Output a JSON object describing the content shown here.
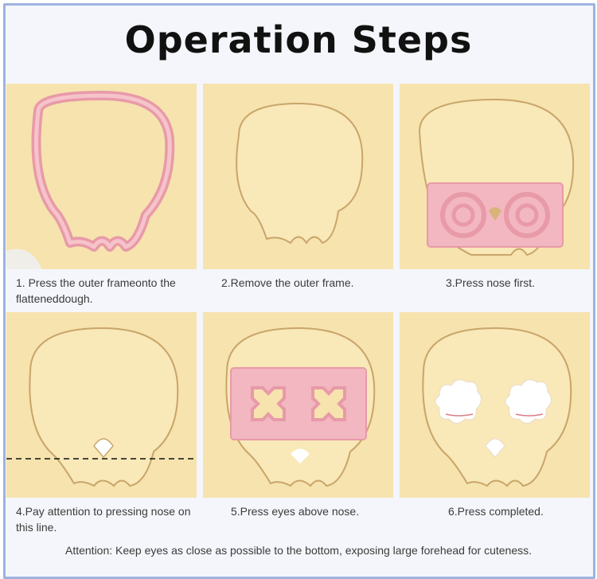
{
  "title": "Operation Steps",
  "steps": [
    {
      "caption": "1. Press the outer frameonto the flatteneddough."
    },
    {
      "caption": "2.Remove the outer frame."
    },
    {
      "caption": "3.Press nose first."
    },
    {
      "caption": "4.Pay attention to pressing nose on this line."
    },
    {
      "caption": "5.Press eyes above nose."
    },
    {
      "caption": "6.Press completed."
    }
  ],
  "footer": "Attention: Keep eyes as close as possible to the bottom, exposing large forehead for cuteness.",
  "colors": {
    "dough": "#f6e3ae",
    "cutter_pink": "#f2b7c0",
    "border": "#9cb3df",
    "cut_line": "#c9a56a"
  }
}
